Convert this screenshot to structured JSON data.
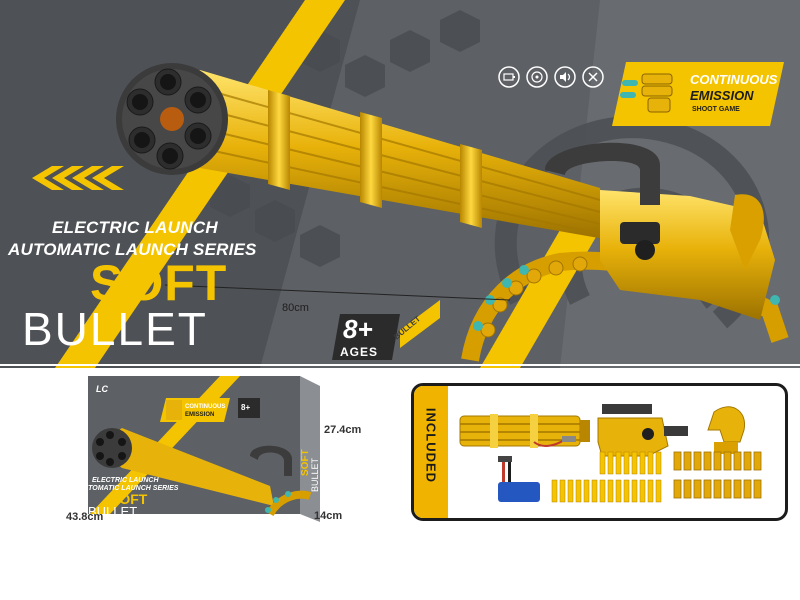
{
  "product": {
    "line1": "ELECTRIC LAUNCH",
    "line2": "AUTOMATIC LAUNCH SERIES",
    "word1": "SOFT",
    "word2": "BULLET"
  },
  "badge": {
    "title_line1": "CONTINUOUS",
    "title_line2": "EMISSION",
    "subtitle": "SHOOT GAME"
  },
  "features": [
    "battery-icon",
    "rotate-icon",
    "sound-icon",
    "bullet-icon"
  ],
  "age": {
    "number": "8+",
    "label": "AGES"
  },
  "bullet_tag": "BULLET",
  "dimensions": {
    "length": "80cm",
    "box_height": "27.4cm",
    "box_width": "43.8cm",
    "box_depth": "14cm"
  },
  "included": {
    "label": "INCLUDED"
  },
  "colors": {
    "accent": "#f5c400",
    "gun_gold": "#e7b20a",
    "background": "#5c5f63",
    "dark": "#1c1c1c",
    "dart_tip": "#3fb6b0"
  }
}
